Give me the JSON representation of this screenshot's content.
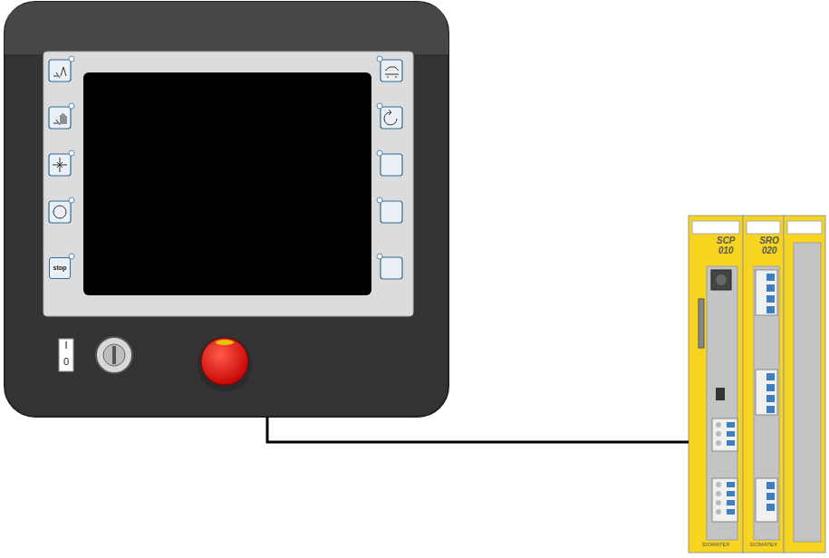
{
  "diagram": {
    "nodes": [
      {
        "text": [
          "I",
          "0"
        ]
      },
      {
        "text": [
          "stop"
        ],
        "in": 0
      },
      {
        "text": [
          "SCP 010",
          "SIOMATEX"
        ]
      },
      {
        "text": [
          "SRO 020",
          "SIOMATEX"
        ]
      }
    ],
    "edges": [
      {
        "from": 0,
        "to": 2,
        "arrow": "none"
      }
    ]
  }
}
